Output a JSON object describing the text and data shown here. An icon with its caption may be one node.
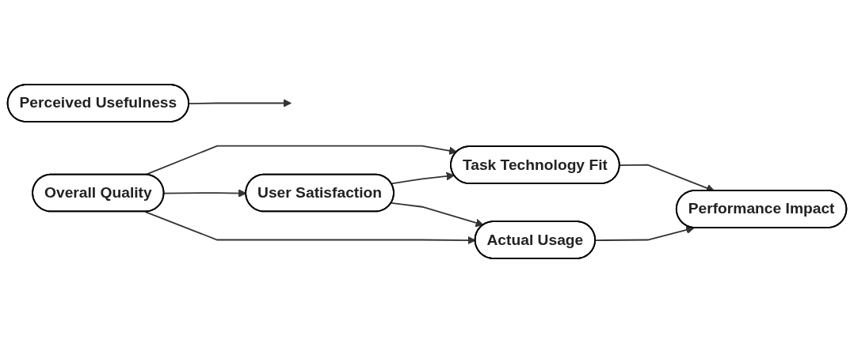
{
  "diagram": {
    "nodes": [
      {
        "text": [
          "Perceived Usefulness"
        ]
      },
      {
        "text": [
          "Task Technology Fit"
        ]
      },
      {
        "text": [
          "Overall Quality"
        ]
      },
      {
        "text": [
          "User Satisfaction"
        ]
      },
      {
        "text": [
          "Performance Impact"
        ]
      },
      {
        "text": [
          "Actual Usage"
        ]
      }
    ],
    "edges": [
      {
        "from": 2,
        "to": 1,
        "arrow": "to"
      },
      {
        "from": 0,
        "to": null,
        "arrow": "to"
      },
      {
        "from": 2,
        "to": 3,
        "arrow": "to"
      },
      {
        "from": 3,
        "to": 1,
        "arrow": "to"
      },
      {
        "from": 1,
        "to": 4,
        "arrow": "to"
      },
      {
        "from": 3,
        "to": 5,
        "arrow": "to"
      },
      {
        "from": 2,
        "to": 5,
        "arrow": "to"
      },
      {
        "from": 5,
        "to": 4,
        "arrow": "to"
      }
    ]
  }
}
